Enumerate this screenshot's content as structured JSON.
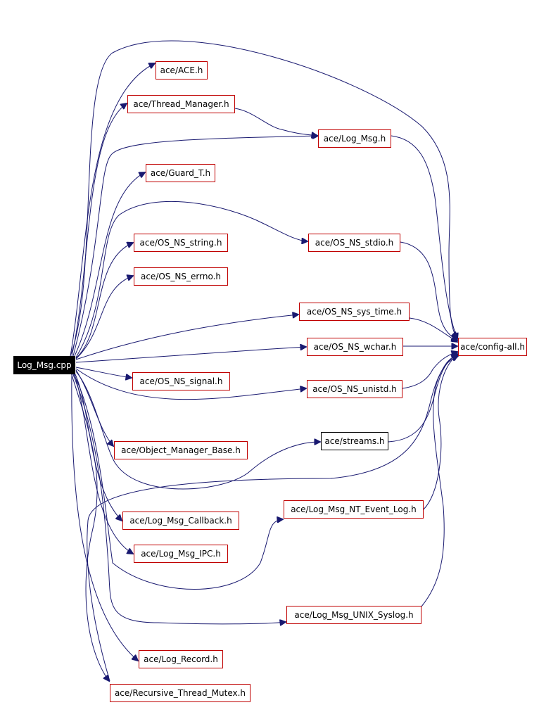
{
  "diagram": {
    "root": {
      "id": "log_msg_cpp",
      "label": "Log_Msg.cpp"
    },
    "nodes": [
      {
        "id": "ace_h",
        "label": "ace/ACE.h",
        "link": true
      },
      {
        "id": "thread_manager_h",
        "label": "ace/Thread_Manager.h",
        "link": true
      },
      {
        "id": "log_msg_h",
        "label": "ace/Log_Msg.h",
        "link": true
      },
      {
        "id": "guard_t_h",
        "label": "ace/Guard_T.h",
        "link": true
      },
      {
        "id": "os_ns_stdio_h",
        "label": "ace/OS_NS_stdio.h",
        "link": true
      },
      {
        "id": "os_ns_string_h",
        "label": "ace/OS_NS_string.h",
        "link": true
      },
      {
        "id": "os_ns_errno_h",
        "label": "ace/OS_NS_errno.h",
        "link": true
      },
      {
        "id": "os_ns_sys_time_h",
        "label": "ace/OS_NS_sys_time.h",
        "link": true
      },
      {
        "id": "os_ns_wchar_h",
        "label": "ace/OS_NS_wchar.h",
        "link": true
      },
      {
        "id": "config_all_h",
        "label": "ace/config-all.h",
        "link": true
      },
      {
        "id": "os_ns_signal_h",
        "label": "ace/OS_NS_signal.h",
        "link": true
      },
      {
        "id": "os_ns_unistd_h",
        "label": "ace/OS_NS_unistd.h",
        "link": true
      },
      {
        "id": "streams_h",
        "label": "ace/streams.h",
        "link": false
      },
      {
        "id": "object_manager_base_h",
        "label": "ace/Object_Manager_Base.h",
        "link": true
      },
      {
        "id": "log_msg_nt_event_log_h",
        "label": "ace/Log_Msg_NT_Event_Log.h",
        "link": true
      },
      {
        "id": "log_msg_callback_h",
        "label": "ace/Log_Msg_Callback.h",
        "link": true
      },
      {
        "id": "log_msg_ipc_h",
        "label": "ace/Log_Msg_IPC.h",
        "link": true
      },
      {
        "id": "log_msg_unix_syslog_h",
        "label": "ace/Log_Msg_UNIX_Syslog.h",
        "link": true
      },
      {
        "id": "log_record_h",
        "label": "ace/Log_Record.h",
        "link": true
      },
      {
        "id": "recursive_thread_mutex_h",
        "label": "ace/Recursive_Thread_Mutex.h",
        "link": true
      }
    ],
    "edges": [
      {
        "from": "log_msg_cpp",
        "to": "ace_h"
      },
      {
        "from": "log_msg_cpp",
        "to": "thread_manager_h"
      },
      {
        "from": "log_msg_cpp",
        "to": "log_msg_h"
      },
      {
        "from": "log_msg_cpp",
        "to": "guard_t_h"
      },
      {
        "from": "log_msg_cpp",
        "to": "os_ns_stdio_h"
      },
      {
        "from": "log_msg_cpp",
        "to": "os_ns_string_h"
      },
      {
        "from": "log_msg_cpp",
        "to": "os_ns_errno_h"
      },
      {
        "from": "log_msg_cpp",
        "to": "os_ns_sys_time_h"
      },
      {
        "from": "log_msg_cpp",
        "to": "os_ns_wchar_h"
      },
      {
        "from": "log_msg_cpp",
        "to": "os_ns_signal_h"
      },
      {
        "from": "log_msg_cpp",
        "to": "os_ns_unistd_h"
      },
      {
        "from": "log_msg_cpp",
        "to": "object_manager_base_h"
      },
      {
        "from": "log_msg_cpp",
        "to": "streams_h"
      },
      {
        "from": "log_msg_cpp",
        "to": "log_msg_callback_h"
      },
      {
        "from": "log_msg_cpp",
        "to": "log_msg_ipc_h"
      },
      {
        "from": "log_msg_cpp",
        "to": "log_msg_nt_event_log_h"
      },
      {
        "from": "log_msg_cpp",
        "to": "log_msg_unix_syslog_h"
      },
      {
        "from": "log_msg_cpp",
        "to": "log_record_h"
      },
      {
        "from": "log_msg_cpp",
        "to": "recursive_thread_mutex_h"
      },
      {
        "from": "log_msg_cpp",
        "to": "config_all_h"
      },
      {
        "from": "thread_manager_h",
        "to": "log_msg_h"
      },
      {
        "from": "log_msg_h",
        "to": "config_all_h"
      },
      {
        "from": "os_ns_stdio_h",
        "to": "config_all_h"
      },
      {
        "from": "os_ns_sys_time_h",
        "to": "config_all_h"
      },
      {
        "from": "os_ns_wchar_h",
        "to": "config_all_h"
      },
      {
        "from": "os_ns_unistd_h",
        "to": "config_all_h"
      },
      {
        "from": "streams_h",
        "to": "config_all_h"
      },
      {
        "from": "log_msg_nt_event_log_h",
        "to": "config_all_h"
      },
      {
        "from": "log_msg_unix_syslog_h",
        "to": "config_all_h"
      },
      {
        "from": "recursive_thread_mutex_h",
        "to": "config_all_h"
      }
    ],
    "colors": {
      "edge": "#191970",
      "node_border": "#c00000",
      "root_fill": "#000000",
      "root_text": "#ffffff"
    }
  }
}
